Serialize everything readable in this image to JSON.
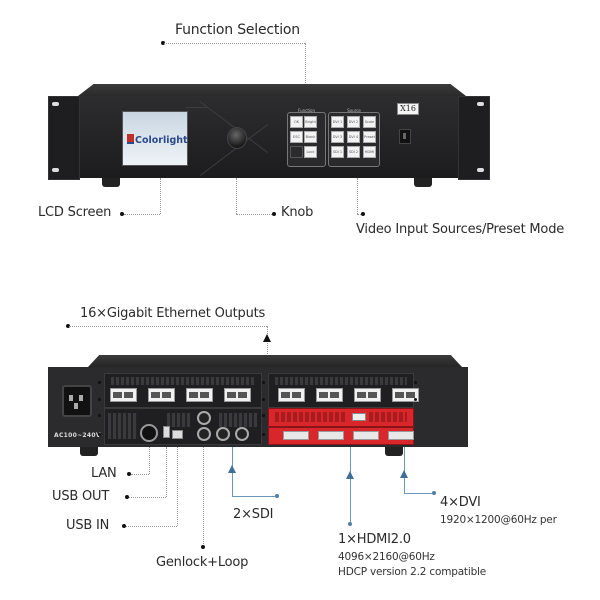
{
  "front_panel": {
    "callouts": {
      "function_selection": "Function Selection",
      "lcd_screen": "LCD Screen",
      "knob": "Knob",
      "video_input": "Video Input Sources/Preset Mode"
    },
    "lcd_brand": "Colorlight",
    "model_badge": "X16",
    "function_pad": {
      "title": "Function",
      "keys": [
        "OK",
        "Bright",
        "ESC",
        "Blank",
        "",
        "Lock"
      ]
    },
    "source_pad": {
      "title": "Source",
      "keys": [
        "DVI 1",
        "DVI 2",
        "Scale",
        "DVI 3",
        "DVI 4",
        "Preset",
        "SDI 1",
        "SDI 2",
        "HDMI"
      ]
    }
  },
  "rear_panel": {
    "callouts": {
      "ethernet": "16×Gigabit Ethernet Outputs",
      "lan": "LAN",
      "usb_out": "USB OUT",
      "usb_in": "USB IN",
      "genlock": "Genlock+Loop",
      "sdi": "2×SDI",
      "hdmi_title": "1×HDMI2.0",
      "hdmi_res": "4096×2160@60Hz",
      "hdmi_hdcp": "HDCP version 2.2 compatible",
      "dvi_title": "4×DVI",
      "dvi_res": "1920×1200@60Hz per"
    },
    "ac_label": "AC100~240V",
    "accent_red": "#d9262a",
    "callout_blue": "#4f7fa5"
  }
}
